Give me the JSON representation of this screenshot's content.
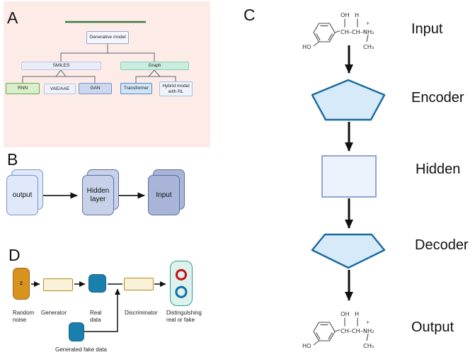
{
  "figure": {
    "panel_a": {
      "label": "A",
      "root": "Generative model",
      "branch_smiles": "SMILES",
      "branch_graph": "Graph",
      "leaf_rnn": "RNN",
      "leaf_vae": "VAE/AAE",
      "leaf_gan": "GAN",
      "leaf_transformer": "Transformer",
      "leaf_hybrid_line1": "Hybrid model",
      "leaf_hybrid_line2": "with RL"
    },
    "panel_b": {
      "label": "B",
      "output_card": "output",
      "hidden_card_line1": "Hidden",
      "hidden_card_line2": "layer",
      "input_card": "Input"
    },
    "panel_c": {
      "label": "C",
      "stage_input": "Input",
      "stage_encoder": "Encoder",
      "stage_hidden": "Hidden",
      "stage_decoder": "Decoder",
      "stage_output": "Output",
      "molecule": {
        "ho": "HO",
        "oh": "OH",
        "h": "H",
        "chain": "CH–CH–NH₂",
        "plus": "+",
        "ch3": "CH₃"
      }
    },
    "panel_d": {
      "label": "D",
      "z": "z",
      "random_noise_line1": "Random",
      "random_noise_line2": "noise",
      "generator": "Generator",
      "real_data_line1": "Real",
      "real_data_line2": "data",
      "discriminator": "Discriminator",
      "distinguishing_line1": "Distingulshing",
      "distinguishing_line2": "real or fake",
      "generated_fake": "Generated fake data"
    },
    "colors": {
      "panel_a_background": "#fcebe7",
      "green_rule": "#3e7b42",
      "rnn_green": "#d9eecb",
      "gan_blue": "#ccd7f0",
      "graph_teal": "#c9ecdf",
      "transformer_blue": "#cfe4f6",
      "card_light": "#dfe9f9",
      "card_mid": "#c7d1ea",
      "card_dark": "#a8b4d8",
      "pentagon_fill": "#d7eaf9",
      "pentagon_stroke": "#19699f",
      "gan_orange": "#d8931f",
      "gan_cream": "#f8f2d8",
      "gan_data_blue": "#1b7fae",
      "real_ring_red": "#c41318",
      "fake_ring_blue": "#0e6fa6",
      "disting_teal_fill": "#ddf2ec",
      "disting_teal_stroke": "#2e9e8e"
    }
  }
}
